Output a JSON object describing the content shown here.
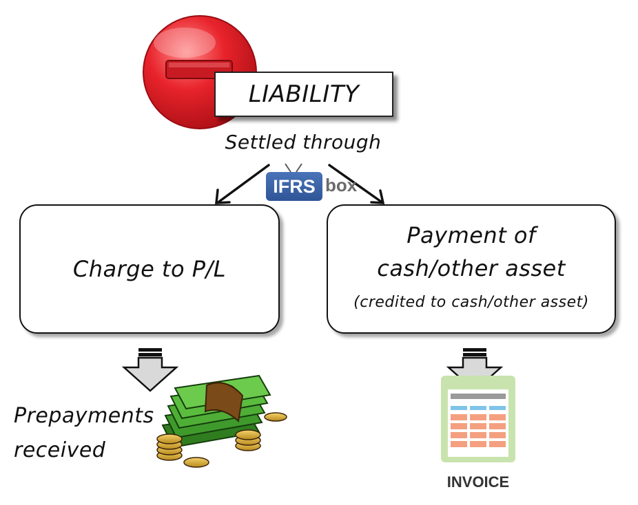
{
  "title": "LIABILITY",
  "connector": "Settled through",
  "logo": {
    "part1": "IFRS",
    "part2": "box"
  },
  "left_box": {
    "text": "Charge to P/L"
  },
  "right_box": {
    "line1": "Payment of",
    "line2": "cash/other asset",
    "line3": "(credited to cash/other asset)"
  },
  "left_outcome": {
    "line1": "Prepayments",
    "line2": "received"
  },
  "right_outcome": {
    "label": "INVOICE"
  },
  "icons": [
    "minus-circle-icon",
    "money-stack-icon",
    "invoice-icon",
    "down-arrow-icon"
  ],
  "colors": {
    "minus_red": "#e8232b",
    "money_green": "#3f9a2c",
    "invoice_green": "#c8e3ad",
    "invoice_blue": "#7fc4e8",
    "invoice_orange": "#f4a080",
    "logo_blue": "#2f5597"
  }
}
